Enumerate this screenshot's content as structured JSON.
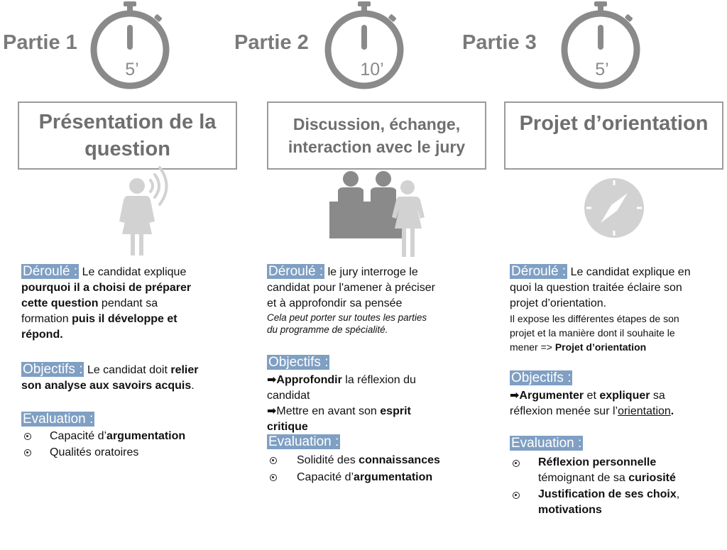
{
  "parts": [
    {
      "label": "Partie 1",
      "time": "5’",
      "title": "Présentation de la question",
      "deroule_head": "Déroulé :",
      "objectifs_head": "Objectifs :",
      "evaluation_head": "Evaluation :"
    },
    {
      "label": "Partie 2",
      "time": "10’",
      "title_line1": "Discussion, échange,",
      "title_line2": "interaction avec le jury",
      "deroule_head": "Déroulé :",
      "objectifs_head": "Objectifs :",
      "evaluation_head": "Evaluation :"
    },
    {
      "label": "Partie 3",
      "time": "5’",
      "title": "Projet d’orientation",
      "deroule_head": "Déroulé :",
      "objectifs_head": "Objectifs :",
      "evaluation_head": "Evaluation :"
    }
  ],
  "p1": {
    "d1": "Le candidat explique",
    "d2": "pourquoi il a choisi de préparer",
    "d3a": "cette question",
    "d3b": " pendant sa",
    "d4a": "formation ",
    "d4b": "puis il développe et",
    "d5": "répond.",
    "o1a": "Le candidat doit ",
    "o1b": "relier",
    "o2a": "son analyse aux savoirs acquis",
    "o2b": ".",
    "e1a": "Capacité d’",
    "e1b": "argumentation",
    "e2": "Qualités oratoires"
  },
  "p2": {
    "d1": "le jury interroge le",
    "d2": "candidat pour l'amener à préciser",
    "d3": "et à approfondir sa pensée",
    "n1": "Cela peut porter sur toutes les parties",
    "n2": "du programme de spécialité.",
    "o_arrow": "➡",
    "o1a": "Approfondir",
    "o1b": " la réflexion du",
    "o2": "candidat",
    "o3a": "Mettre en avant son ",
    "o3b": "esprit",
    "o4": "critique",
    "e1a": "Solidité des ",
    "e1b": "connaissances",
    "e2a": "Capacité d’",
    "e2b": "argumentation"
  },
  "p3": {
    "d1": "Le candidat explique en",
    "d2": "quoi la question traitée éclaire son",
    "d3": "projet d’orientation.",
    "s1": "Il expose les différentes étapes de son",
    "s2": "projet et la manière dont il souhaite le",
    "s3a": "mener => ",
    "s3b": "Projet d’orientation",
    "o_arrow": "➡",
    "o1a": "Argumenter",
    "o1b": " et ",
    "o1c": "expliquer",
    "o1d": " sa",
    "o2a": "réflexion menée sur l’",
    "o2b": "orientation",
    "o2c": ".",
    "e1a": "Réflexion personnelle",
    "e1b": "témoignant de sa ",
    "e1c": "curiosité",
    "e2a": "Justification de ses choix",
    "e2b": ",",
    "e3": "motivations"
  },
  "colors": {
    "accent": "#7f9fc3",
    "grey": "#9b9b9b",
    "dark_grey": "#7a7a7a"
  },
  "icons": [
    "stopwatch-icon",
    "speaking-person-icon",
    "jury-icon",
    "compass-icon",
    "bullet-icon",
    "arrow-icon"
  ]
}
